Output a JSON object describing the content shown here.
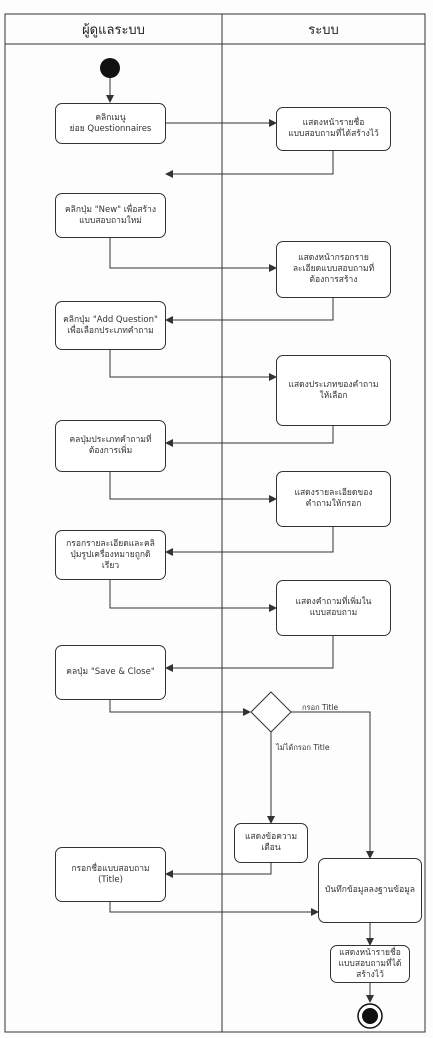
{
  "lanes": {
    "user": "ผู้ดูแลระบบ",
    "system": "ระบบ"
  },
  "nodes": {
    "click_menu": "คลิกเมนู\nย่อย Questionnaires",
    "show_list": "แสดงหน้ารายชื่อ\nแบบสอบถามที่ได้สร้างไว้",
    "click_new": "คลิกปุ่ม \"New\" เพื่อสร้าง\nแบบสอบถามใหม่",
    "show_detail_form": "แสดงหน้ากรอกราย\nละเอียดแบบสอบถามที่\nต้องการสร้าง",
    "click_add_question": "คลิกปุ่ม \"Add Question\"\nเพื่อเลือกประเภทคำถาม",
    "show_question_types": "แสดงประเภทของคำถาม\nให้เลือก",
    "click_question_type": "คลปุ่มประเภทคำถามที่\nต้องการเพิ่ม",
    "show_question_detail": "แสดงรายละเอียดของ\nคำถามให้กรอก",
    "fill_detail": "กรอกรายละเอียดและคลิ\nปุ่มรูปเครื่องหมายถูกดิ\nเรียว",
    "show_added_question": "แสดงคำถามที่เพิ่มใน\nแบบสอบถาม",
    "click_save_close": "คลปุ่ม \"Save & Close\"",
    "show_warning": "แสดงข้อความ\nเตือน",
    "fill_title": "กรอกชื่อแบบสอบถาม\n(Title)",
    "save_data": "บันทึกข้อมูลลงฐานข้อมูล",
    "show_final_list": "แสดงหน้ารายชื่อ\nแบบสอบถามที่ได้\nสร้างไว้"
  },
  "edge_labels": {
    "title_filled": "กรอก Title",
    "title_not_filled": "ไม่ได้กรอก Title"
  },
  "colors": {
    "line": "#333333",
    "node_fill": "#ffffff",
    "start": "#111111"
  }
}
